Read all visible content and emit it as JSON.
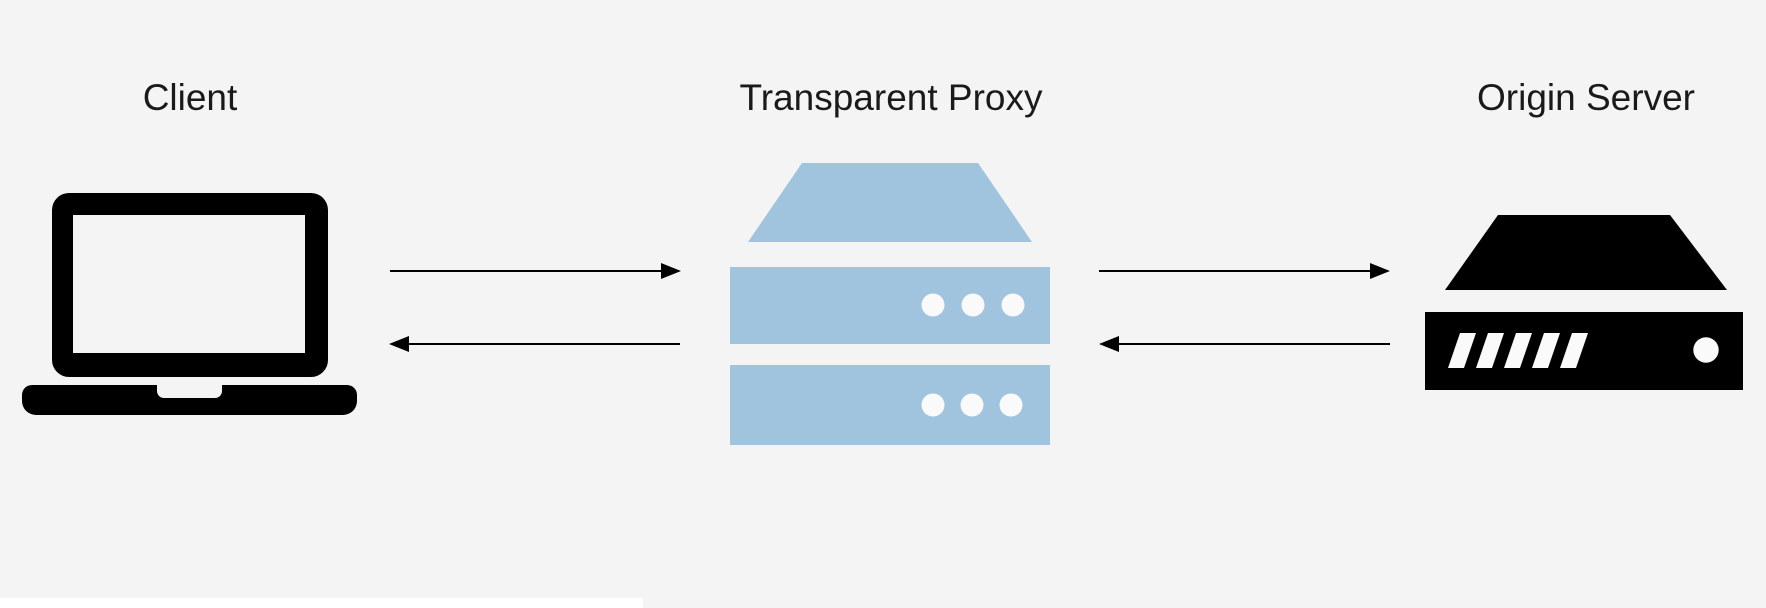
{
  "diagram": {
    "type": "network-flow-diagram",
    "nodes": [
      {
        "id": "client",
        "label": "Client",
        "icon": "laptop-icon"
      },
      {
        "id": "proxy",
        "label": "Transparent Proxy",
        "icon": "proxy-server-icon"
      },
      {
        "id": "origin",
        "label": "Origin Server",
        "icon": "origin-server-icon"
      }
    ],
    "connections": [
      {
        "from": "Client",
        "to": "Transparent Proxy",
        "direction": "right"
      },
      {
        "from": "Transparent Proxy",
        "to": "Client",
        "direction": "left"
      },
      {
        "from": "Transparent Proxy",
        "to": "Origin Server",
        "direction": "right"
      },
      {
        "from": "Origin Server",
        "to": "Transparent Proxy",
        "direction": "left"
      }
    ]
  },
  "colors": {
    "background": "#f4f4f4",
    "proxy_blue": "#a0c3de",
    "icon_black": "#000000",
    "text": "#1a1a1a",
    "arrow": "#000000",
    "icon_cutout": "#fafafa",
    "bottom_strip_white": "#ffffff"
  }
}
